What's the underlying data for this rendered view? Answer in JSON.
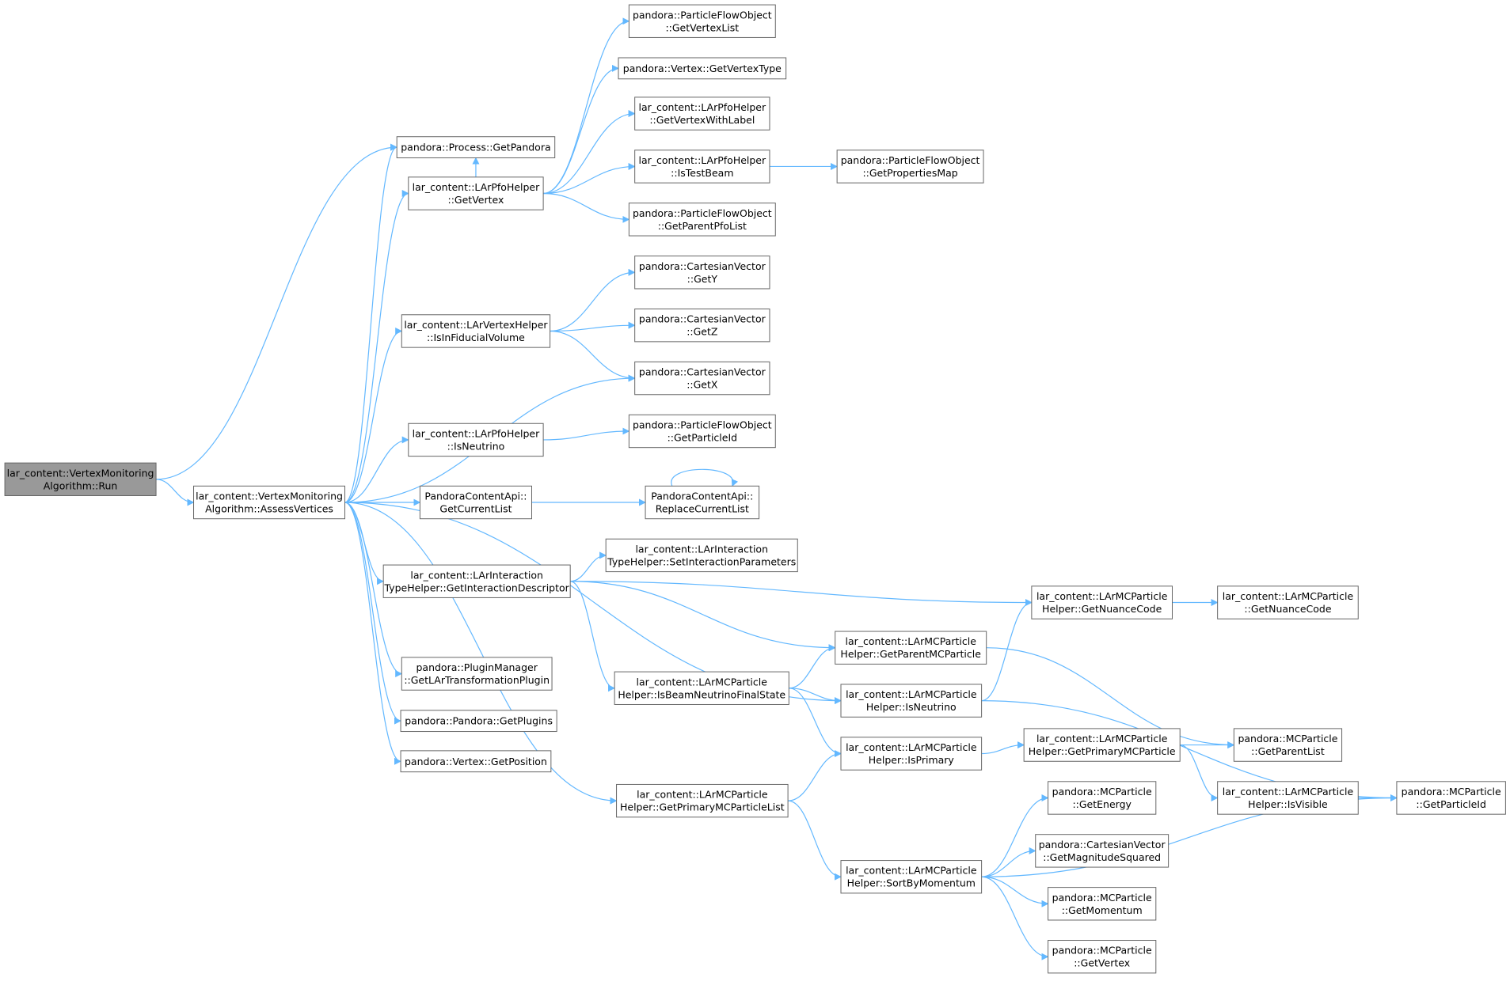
{
  "colors": {
    "edge": "#63b8ff",
    "node_border": "#666666",
    "node_fill": "#ffffff",
    "root_fill": "#999999"
  },
  "nodes": [
    {
      "id": "run",
      "lines": [
        "lar_content::VertexMonitoring",
        "Algorithm::Run"
      ],
      "root": true
    },
    {
      "id": "assess",
      "lines": [
        "lar_content::VertexMonitoring",
        "Algorithm::AssessVertices"
      ]
    },
    {
      "id": "getPandora",
      "lines": [
        "pandora::Process::GetPandora"
      ]
    },
    {
      "id": "getVertexHelper",
      "lines": [
        "lar_content::LArPfoHelper",
        "::GetVertex"
      ]
    },
    {
      "id": "pfoGetVertexList",
      "lines": [
        "pandora::ParticleFlowObject",
        "::GetVertexList"
      ]
    },
    {
      "id": "vertexGetVertexType",
      "lines": [
        "pandora::Vertex::GetVertexType"
      ]
    },
    {
      "id": "getVertexWithLabel",
      "lines": [
        "lar_content::LArPfoHelper",
        "::GetVertexWithLabel"
      ]
    },
    {
      "id": "isTestBeam",
      "lines": [
        "lar_content::LArPfoHelper",
        "::IsTestBeam"
      ]
    },
    {
      "id": "getPropertiesMap",
      "lines": [
        "pandora::ParticleFlowObject",
        "::GetPropertiesMap"
      ]
    },
    {
      "id": "getParentPfoList",
      "lines": [
        "pandora::ParticleFlowObject",
        "::GetParentPfoList"
      ]
    },
    {
      "id": "isInFiducialVolume",
      "lines": [
        "lar_content::LArVertexHelper",
        "::IsInFiducialVolume"
      ]
    },
    {
      "id": "cvGetY",
      "lines": [
        "pandora::CartesianVector",
        "::GetY"
      ]
    },
    {
      "id": "cvGetZ",
      "lines": [
        "pandora::CartesianVector",
        "::GetZ"
      ]
    },
    {
      "id": "cvGetX",
      "lines": [
        "pandora::CartesianVector",
        "::GetX"
      ]
    },
    {
      "id": "pfoIsNeutrino",
      "lines": [
        "lar_content::LArPfoHelper",
        "::IsNeutrino"
      ]
    },
    {
      "id": "pfoGetParticleId",
      "lines": [
        "pandora::ParticleFlowObject",
        "::GetParticleId"
      ]
    },
    {
      "id": "getCurrentList",
      "lines": [
        "PandoraContentApi::",
        "GetCurrentList"
      ]
    },
    {
      "id": "replaceCurrentList",
      "lines": [
        "PandoraContentApi::",
        "ReplaceCurrentList"
      ]
    },
    {
      "id": "getInteractionDescriptor",
      "lines": [
        "lar_content::LArInteraction",
        "TypeHelper::GetInteractionDescriptor"
      ]
    },
    {
      "id": "setInteractionParameters",
      "lines": [
        "lar_content::LArInteraction",
        "TypeHelper::SetInteractionParameters"
      ]
    },
    {
      "id": "helperGetNuanceCode",
      "lines": [
        "lar_content::LArMCParticle",
        "Helper::GetNuanceCode"
      ]
    },
    {
      "id": "mcGetNuanceCode",
      "lines": [
        "lar_content::LArMCParticle",
        "::GetNuanceCode"
      ]
    },
    {
      "id": "getParentMCParticle",
      "lines": [
        "lar_content::LArMCParticle",
        "Helper::GetParentMCParticle"
      ]
    },
    {
      "id": "isBeamNeutrinoFinalState",
      "lines": [
        "lar_content::LArMCParticle",
        "Helper::IsBeamNeutrinoFinalState"
      ]
    },
    {
      "id": "mcIsNeutrino",
      "lines": [
        "lar_content::LArMCParticle",
        "Helper::IsNeutrino"
      ]
    },
    {
      "id": "getLArTransformationPlugin",
      "lines": [
        "pandora::PluginManager",
        "::GetLArTransformationPlugin"
      ]
    },
    {
      "id": "getPlugins",
      "lines": [
        "pandora::Pandora::GetPlugins"
      ]
    },
    {
      "id": "getPosition",
      "lines": [
        "pandora::Vertex::GetPosition"
      ]
    },
    {
      "id": "isPrimary",
      "lines": [
        "lar_content::LArMCParticle",
        "Helper::IsPrimary"
      ]
    },
    {
      "id": "getPrimaryMCParticle",
      "lines": [
        "lar_content::LArMCParticle",
        "Helper::GetPrimaryMCParticle"
      ]
    },
    {
      "id": "mcGetParentList",
      "lines": [
        "pandora::MCParticle",
        "::GetParentList"
      ]
    },
    {
      "id": "getPrimaryMCParticleList",
      "lines": [
        "lar_content::LArMCParticle",
        "Helper::GetPrimaryMCParticleList"
      ]
    },
    {
      "id": "isVisible",
      "lines": [
        "lar_content::LArMCParticle",
        "Helper::IsVisible"
      ]
    },
    {
      "id": "mcGetParticleId",
      "lines": [
        "pandora::MCParticle",
        "::GetParticleId"
      ]
    },
    {
      "id": "mcGetEnergy",
      "lines": [
        "pandora::MCParticle",
        "::GetEnergy"
      ]
    },
    {
      "id": "cvGetMagnitudeSquared",
      "lines": [
        "pandora::CartesianVector",
        "::GetMagnitudeSquared"
      ]
    },
    {
      "id": "sortByMomentum",
      "lines": [
        "lar_content::LArMCParticle",
        "Helper::SortByMomentum"
      ]
    },
    {
      "id": "mcGetMomentum",
      "lines": [
        "pandora::MCParticle",
        "::GetMomentum"
      ]
    },
    {
      "id": "mcGetVertex",
      "lines": [
        "pandora::MCParticle",
        "::GetVertex"
      ]
    }
  ],
  "edges": [
    [
      "run",
      "getPandora"
    ],
    [
      "run",
      "assess"
    ],
    [
      "assess",
      "getPandora"
    ],
    [
      "assess",
      "getVertexHelper"
    ],
    [
      "assess",
      "isInFiducialVolume"
    ],
    [
      "assess",
      "cvGetX"
    ],
    [
      "assess",
      "pfoIsNeutrino"
    ],
    [
      "assess",
      "getCurrentList"
    ],
    [
      "assess",
      "getInteractionDescriptor"
    ],
    [
      "assess",
      "mcIsNeutrino"
    ],
    [
      "assess",
      "getLArTransformationPlugin"
    ],
    [
      "assess",
      "getPlugins"
    ],
    [
      "assess",
      "getPosition"
    ],
    [
      "assess",
      "getPrimaryMCParticleList"
    ],
    [
      "getVertexHelper",
      "pfoGetVertexList"
    ],
    [
      "getVertexHelper",
      "vertexGetVertexType"
    ],
    [
      "getVertexHelper",
      "getVertexWithLabel"
    ],
    [
      "getVertexHelper",
      "isTestBeam"
    ],
    [
      "getVertexHelper",
      "getParentPfoList"
    ],
    [
      "getVertexHelper",
      "getPandora"
    ],
    [
      "isTestBeam",
      "getPropertiesMap"
    ],
    [
      "isInFiducialVolume",
      "cvGetY"
    ],
    [
      "isInFiducialVolume",
      "cvGetZ"
    ],
    [
      "isInFiducialVolume",
      "cvGetX"
    ],
    [
      "pfoIsNeutrino",
      "pfoGetParticleId"
    ],
    [
      "getCurrentList",
      "replaceCurrentList"
    ],
    [
      "replaceCurrentList",
      "replaceCurrentList"
    ],
    [
      "getInteractionDescriptor",
      "setInteractionParameters"
    ],
    [
      "getInteractionDescriptor",
      "helperGetNuanceCode"
    ],
    [
      "getInteractionDescriptor",
      "getParentMCParticle"
    ],
    [
      "getInteractionDescriptor",
      "isBeamNeutrinoFinalState"
    ],
    [
      "helperGetNuanceCode",
      "mcGetNuanceCode"
    ],
    [
      "isBeamNeutrinoFinalState",
      "getParentMCParticle"
    ],
    [
      "isBeamNeutrinoFinalState",
      "mcIsNeutrino"
    ],
    [
      "isBeamNeutrinoFinalState",
      "isPrimary"
    ],
    [
      "getParentMCParticle",
      "mcGetParentList"
    ],
    [
      "mcIsNeutrino",
      "helperGetNuanceCode"
    ],
    [
      "mcIsNeutrino",
      "mcGetParticleId"
    ],
    [
      "isPrimary",
      "getPrimaryMCParticle"
    ],
    [
      "getPrimaryMCParticle",
      "mcGetParentList"
    ],
    [
      "getPrimaryMCParticle",
      "isVisible"
    ],
    [
      "isVisible",
      "mcGetParticleId"
    ],
    [
      "getPrimaryMCParticleList",
      "isPrimary"
    ],
    [
      "getPrimaryMCParticleList",
      "sortByMomentum"
    ],
    [
      "sortByMomentum",
      "mcGetEnergy"
    ],
    [
      "sortByMomentum",
      "cvGetMagnitudeSquared"
    ],
    [
      "sortByMomentum",
      "mcGetMomentum"
    ],
    [
      "sortByMomentum",
      "mcGetVertex"
    ],
    [
      "sortByMomentum",
      "mcGetParticleId"
    ]
  ]
}
